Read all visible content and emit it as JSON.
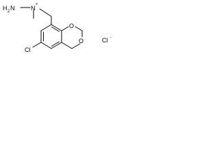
{
  "molecule": {
    "labels": {
      "h": "H",
      "h_count": "2",
      "n_amine": "N",
      "n_quat": "N",
      "n_charge": "+",
      "o_top": "O",
      "o_bottom": "O",
      "cl_ring": "Cl",
      "cl_ion": "Cl",
      "cl_ion_charge": "-"
    }
  }
}
